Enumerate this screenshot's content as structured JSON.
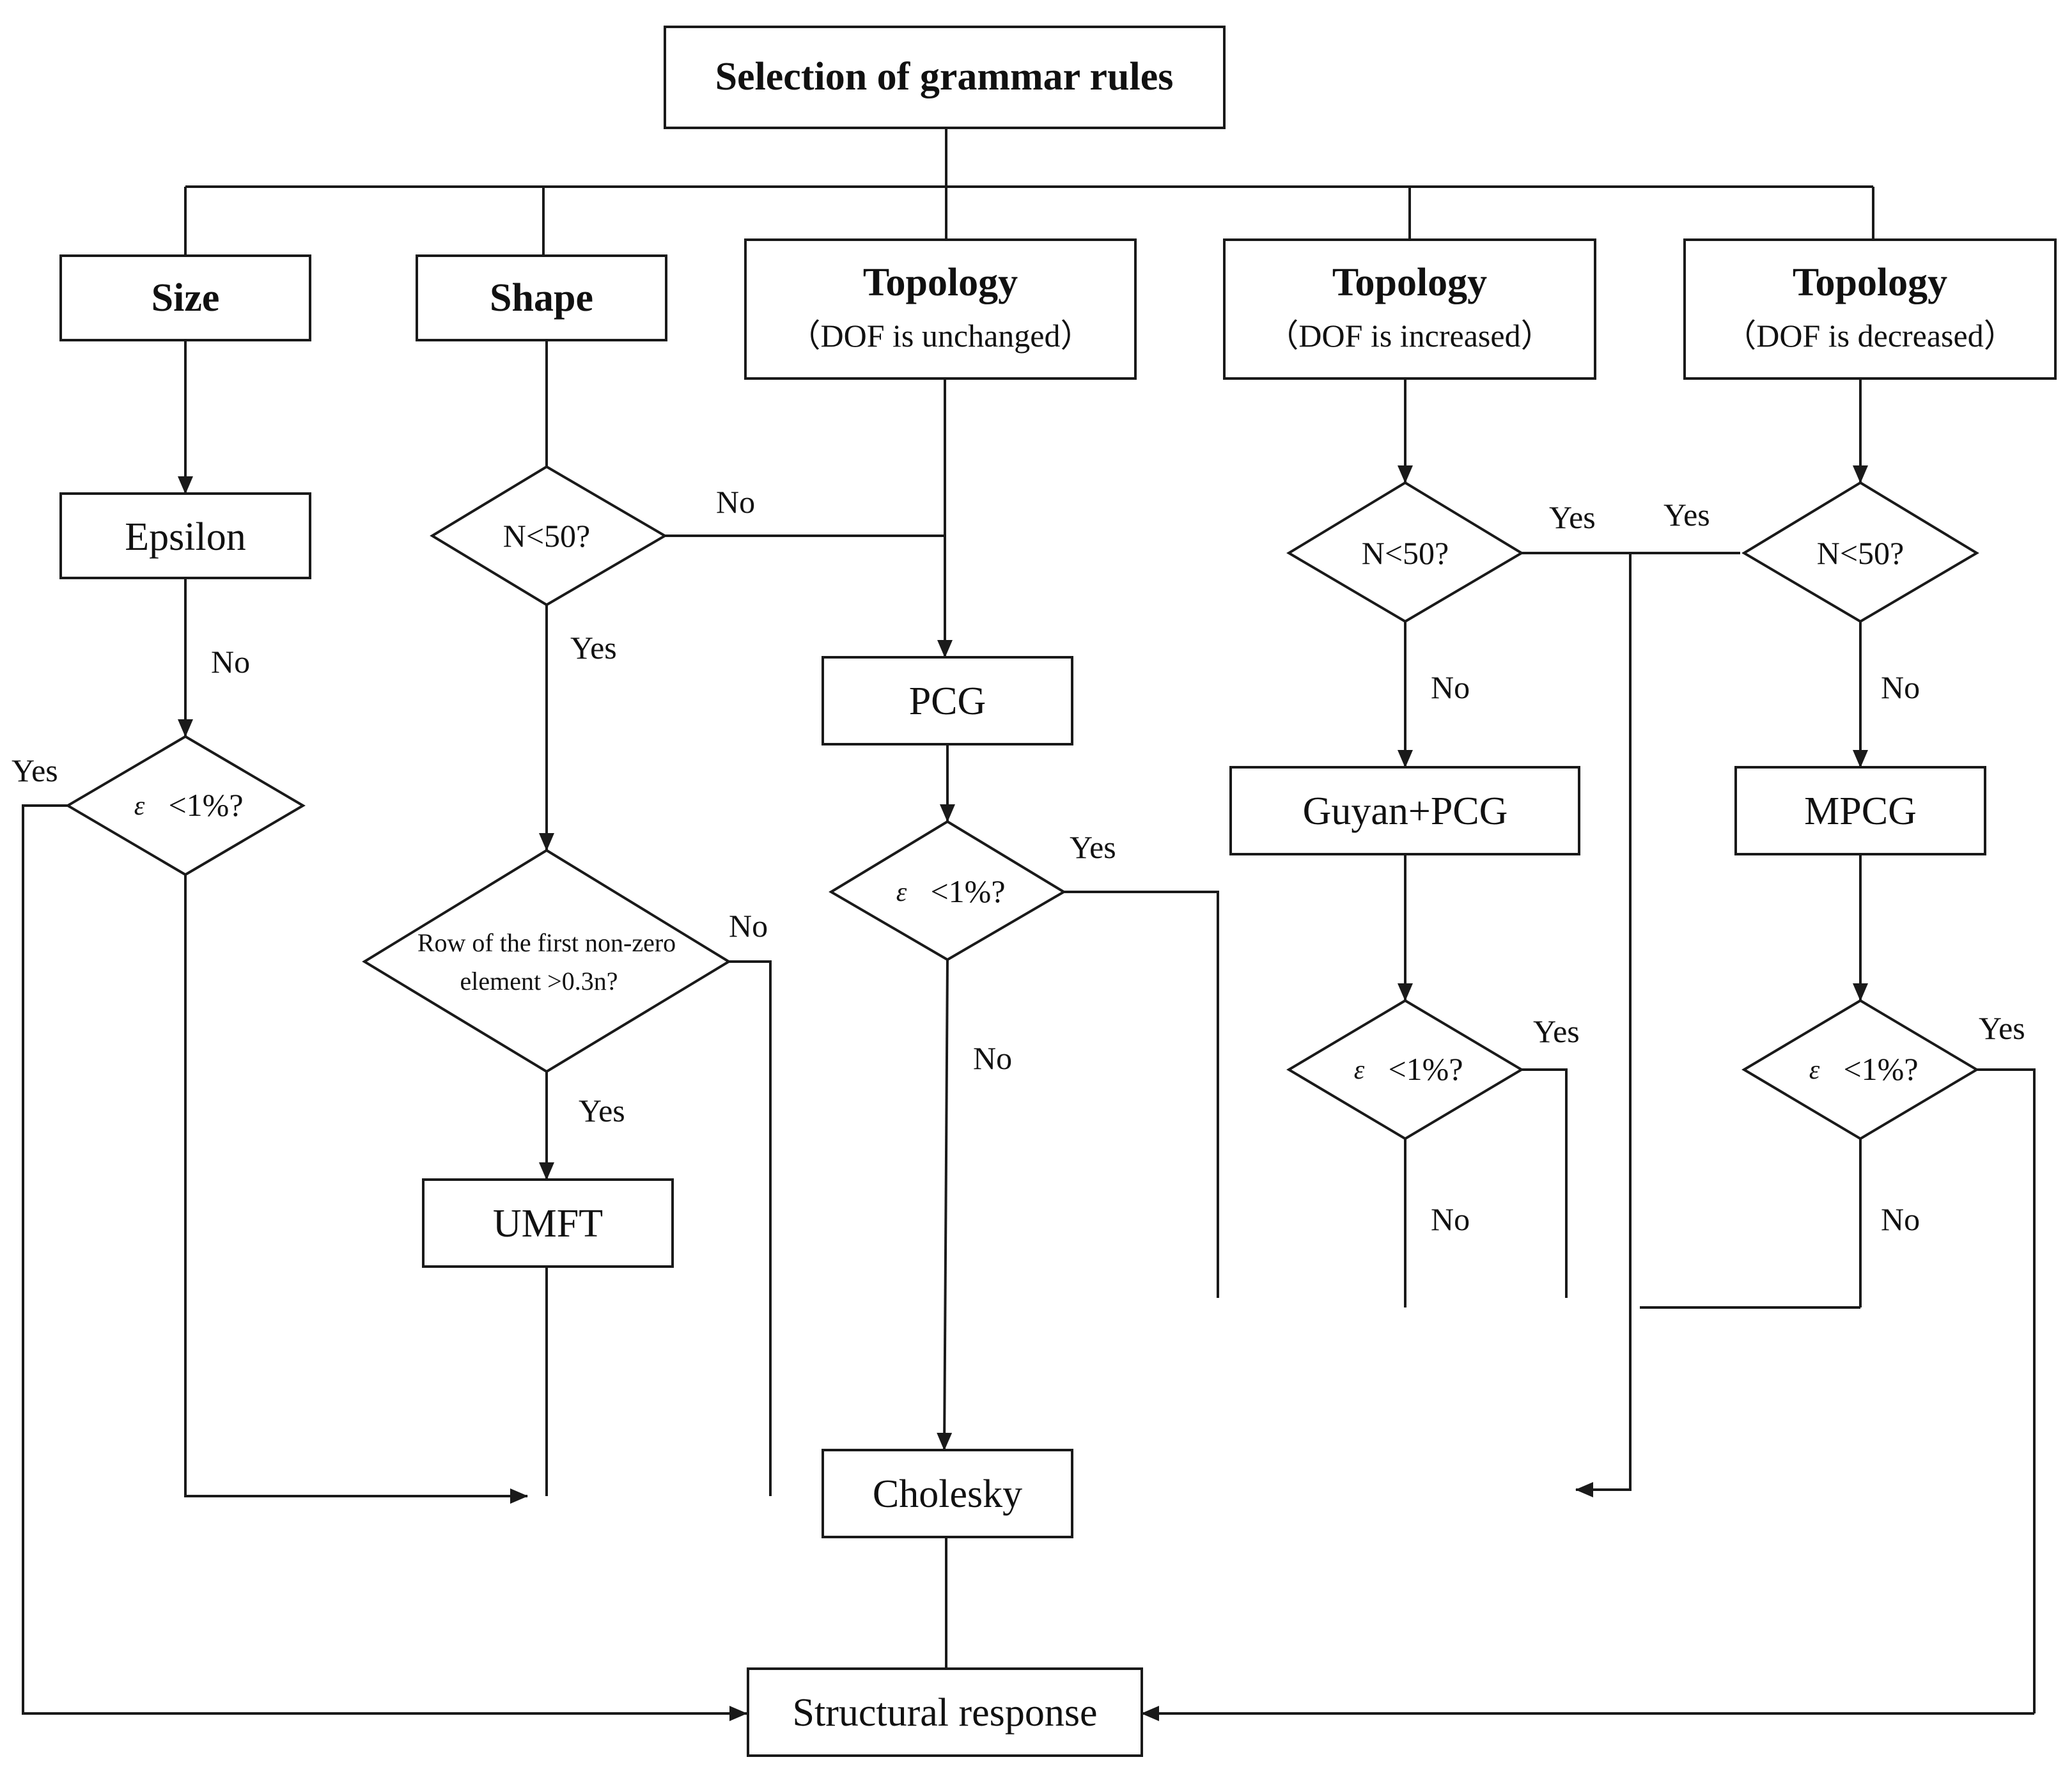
{
  "root": "Selection of grammar rules",
  "branches": {
    "size": "Size",
    "shape": "Shape",
    "topology_title": "Topology",
    "dof_unchanged": "（DOF is unchanged）",
    "dof_increased": "（DOF is increased）",
    "dof_decreased": "（DOF is decreased）"
  },
  "processes": {
    "epsilon": "Epsilon",
    "pcg": "PCG",
    "guyan_pcg": "Guyan+PCG",
    "mpcg": "MPCG",
    "umft": "UMFT",
    "cholesky": "Cholesky",
    "structural_response": "Structural response"
  },
  "decisions": {
    "n_less_50": "N<50?",
    "epsilon_symbol": "ε",
    "error_check": "<1%?",
    "row_line1": "Row of the first non-zero",
    "row_line2": "element >0.3n?"
  },
  "labels": {
    "yes": "Yes",
    "no": "No"
  }
}
